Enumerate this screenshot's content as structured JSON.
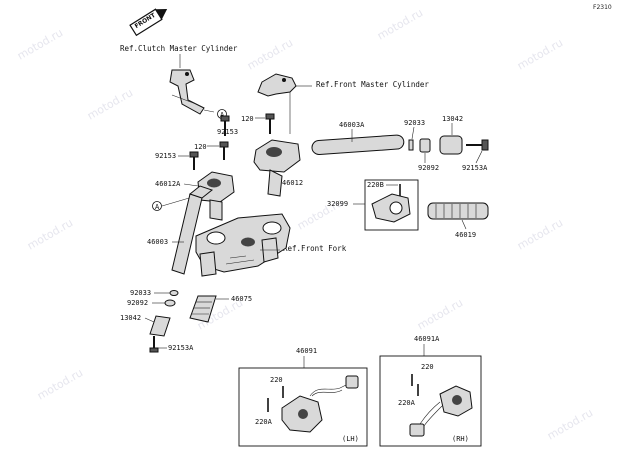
{
  "diagram_code": "F2310",
  "front_label": "FRONT",
  "watermark": "motod.ru",
  "circle_ref": "A",
  "refs": {
    "clutch": "Ref.Clutch Master Cylinder",
    "front_master": "Ref.Front Master Cylinder",
    "front_fork": "Ref.Front Fork"
  },
  "parts": {
    "p46003A": "46003A",
    "p92033_r": "92033",
    "p13042_r": "13042",
    "p120_top": "120",
    "p92153_top": "92153",
    "p92153_left": "92153",
    "p120_mid": "120",
    "p46012": "46012",
    "p92092_r": "92092",
    "p92153A_r": "92153A",
    "p46012A": "46012A",
    "p220B": "220B",
    "p32099": "32099",
    "p46019": "46019",
    "p46003": "46003",
    "p92033_l": "92033",
    "p92092_l": "92092",
    "p46075": "46075",
    "p13042_l": "13042",
    "p92153A_l": "92153A",
    "p46091": "46091",
    "p46091A": "46091A",
    "p220_lh": "220",
    "p220A_lh": "220A",
    "p220_rh": "220",
    "p220A_rh": "220A",
    "lh": "(LH)",
    "rh": "(RH)"
  }
}
